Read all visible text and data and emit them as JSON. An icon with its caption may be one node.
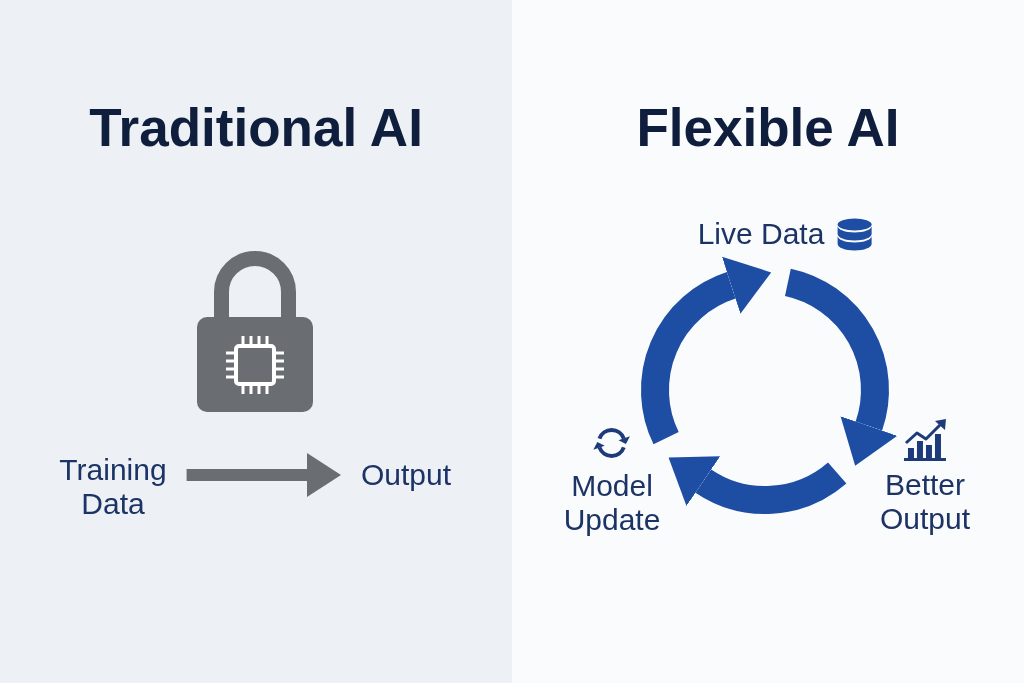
{
  "diagram": {
    "nodes": [
      {
        "text": [
          "Traditional AI"
        ]
      },
      {
        "text": [
          "Training Data"
        ],
        "in": 0
      },
      {
        "text": [
          "Output"
        ],
        "in": 0
      },
      {
        "text": [
          "Flexible AI"
        ]
      },
      {
        "text": [
          "Live Data"
        ],
        "in": 3
      },
      {
        "text": [
          "Better Output"
        ],
        "in": 3
      },
      {
        "text": [
          "Model Update"
        ],
        "in": 3
      }
    ],
    "edges": [
      {
        "from": 1,
        "to": 2,
        "arrow": "to",
        "color": "#6a6e72"
      },
      {
        "from": 4,
        "to": 5,
        "arrow": "to"
      },
      {
        "from": 5,
        "to": 6,
        "arrow": "to"
      },
      {
        "from": 6,
        "to": 4,
        "arrow": "to"
      }
    ]
  }
}
